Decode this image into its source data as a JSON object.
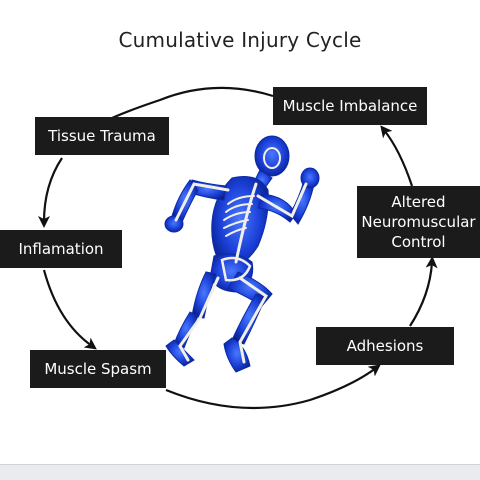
{
  "diagram": {
    "title": "Cumulative Injury Cycle",
    "stages": {
      "muscle_imbalance": "Muscle Imbalance",
      "tissue_trauma": "Tissue Trauma",
      "inflamation": "Inflamation",
      "muscle_spasm": "Muscle Spasm",
      "adhesions": "Adhesions",
      "altered_line1": "Altered",
      "altered_line2": "Neuromuscular",
      "altered_line3": "Control"
    },
    "colors": {
      "box_fill": "#1b1b1b",
      "box_text": "#ffffff",
      "cycle_line": "#111111",
      "figure_blue": "#1a3fd6",
      "skeleton": "#f2f0e6"
    },
    "image": "running-skeleton-figure"
  }
}
